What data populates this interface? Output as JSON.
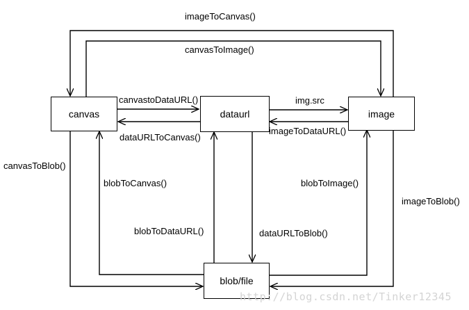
{
  "nodes": {
    "canvas": "canvas",
    "dataurl": "dataurl",
    "image": "image",
    "blob": "blob/file"
  },
  "edges": {
    "image_to_canvas": "imageToCanvas()",
    "canvas_to_image": "canvasToImage()",
    "canvas_to_dataurl": "canvastoDataURL()",
    "dataurl_to_canvas": "dataURLToCanvas()",
    "img_src": "img.src",
    "image_to_dataurl": "imageToDataURL()",
    "canvas_to_blob": "canvasToBlob()",
    "blob_to_canvas": "blobToCanvas()",
    "blob_to_dataurl": "blobToDataURL()",
    "dataurl_to_blob": "dataURLToBlob()",
    "blob_to_image": "blobToImage()",
    "image_to_blob": "imageToBlob()"
  },
  "watermark": "http://blog.csdn.net/Tinker12345"
}
